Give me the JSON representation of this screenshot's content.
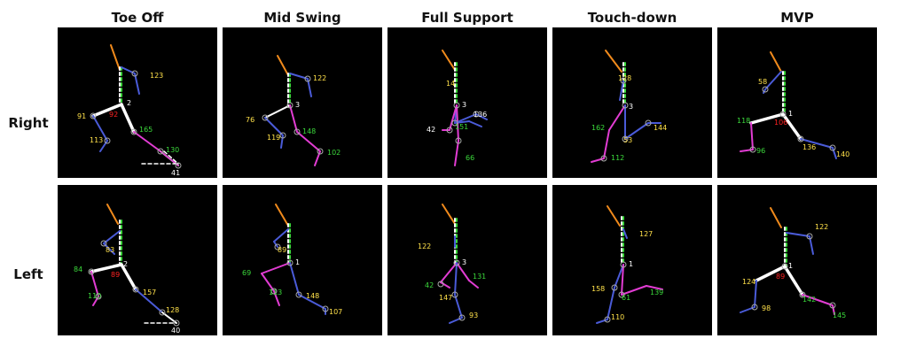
{
  "columns": [
    "Toe Off",
    "Mid Swing",
    "Full Support",
    "Touch-down",
    "MVP"
  ],
  "rows": [
    "Right",
    "Left"
  ],
  "colors": {
    "panel_bg": "#000000",
    "torso": "#f08a1c",
    "trunk_line": "#ffffff",
    "trunk_dash": "#3bd93b",
    "arm": "#4a5bd8",
    "thigh": "#ffffff",
    "front_leg": "#e23cd3",
    "back_leg": "#4a5bd8",
    "joint": "#aaaaaa",
    "yellow": "#ffe14a",
    "green": "#3bd93b",
    "red": "#ff2222",
    "white": "#ffffff"
  },
  "panels": [
    [
      {
        "labels": [
          {
            "t": "123",
            "c": "yellow"
          },
          {
            "t": "2",
            "c": "white"
          },
          {
            "t": "91",
            "c": "yellow"
          },
          {
            "t": "92",
            "c": "red"
          },
          {
            "t": "113",
            "c": "yellow"
          },
          {
            "t": "165",
            "c": "green"
          },
          {
            "t": "130",
            "c": "green"
          },
          {
            "t": "41",
            "c": "white"
          }
        ]
      },
      {
        "labels": [
          {
            "t": "122",
            "c": "yellow"
          },
          {
            "t": "3",
            "c": "white"
          },
          {
            "t": "76",
            "c": "yellow"
          },
          {
            "t": "119",
            "c": "yellow"
          },
          {
            "t": "148",
            "c": "green"
          },
          {
            "t": "102",
            "c": "green"
          }
        ]
      },
      {
        "labels": [
          {
            "t": "14",
            "c": "yellow"
          },
          {
            "t": "3",
            "c": "white"
          },
          {
            "t": "136",
            "c": "white"
          },
          {
            "t": "42",
            "c": "white"
          },
          {
            "t": "151",
            "c": "green"
          },
          {
            "t": "66",
            "c": "green"
          }
        ]
      },
      {
        "labels": [
          {
            "t": "128",
            "c": "yellow"
          },
          {
            "t": "3",
            "c": "white"
          },
          {
            "t": "162",
            "c": "green"
          },
          {
            "t": "144",
            "c": "yellow"
          },
          {
            "t": "53",
            "c": "yellow"
          },
          {
            "t": "112",
            "c": "green"
          }
        ]
      },
      {
        "labels": [
          {
            "t": "58",
            "c": "yellow"
          },
          {
            "t": "1",
            "c": "white"
          },
          {
            "t": "118",
            "c": "green"
          },
          {
            "t": "106",
            "c": "red"
          },
          {
            "t": "96",
            "c": "green"
          },
          {
            "t": "136",
            "c": "yellow"
          },
          {
            "t": "140",
            "c": "yellow"
          }
        ]
      }
    ],
    [
      {
        "labels": [
          {
            "t": "83",
            "c": "yellow"
          },
          {
            "t": "2",
            "c": "white"
          },
          {
            "t": "84",
            "c": "green"
          },
          {
            "t": "89",
            "c": "red"
          },
          {
            "t": "110",
            "c": "green"
          },
          {
            "t": "157",
            "c": "yellow"
          },
          {
            "t": "128",
            "c": "yellow"
          },
          {
            "t": "40",
            "c": "white"
          }
        ]
      },
      {
        "labels": [
          {
            "t": "89",
            "c": "yellow"
          },
          {
            "t": "1",
            "c": "white"
          },
          {
            "t": "69",
            "c": "green"
          },
          {
            "t": "113",
            "c": "green"
          },
          {
            "t": "148",
            "c": "yellow"
          },
          {
            "t": "107",
            "c": "yellow"
          }
        ]
      },
      {
        "labels": [
          {
            "t": "122",
            "c": "yellow"
          },
          {
            "t": "3",
            "c": "white"
          },
          {
            "t": "42",
            "c": "green"
          },
          {
            "t": "131",
            "c": "green"
          },
          {
            "t": "147",
            "c": "yellow"
          },
          {
            "t": "93",
            "c": "yellow"
          }
        ]
      },
      {
        "labels": [
          {
            "t": "127",
            "c": "yellow"
          },
          {
            "t": "1",
            "c": "white"
          },
          {
            "t": "158",
            "c": "yellow"
          },
          {
            "t": "61",
            "c": "green"
          },
          {
            "t": "139",
            "c": "green"
          },
          {
            "t": "110",
            "c": "yellow"
          }
        ]
      },
      {
        "labels": [
          {
            "t": "122",
            "c": "yellow"
          },
          {
            "t": "1",
            "c": "white"
          },
          {
            "t": "124",
            "c": "yellow"
          },
          {
            "t": "89",
            "c": "red"
          },
          {
            "t": "98",
            "c": "yellow"
          },
          {
            "t": "142",
            "c": "green"
          },
          {
            "t": "145",
            "c": "green"
          }
        ]
      }
    ]
  ]
}
